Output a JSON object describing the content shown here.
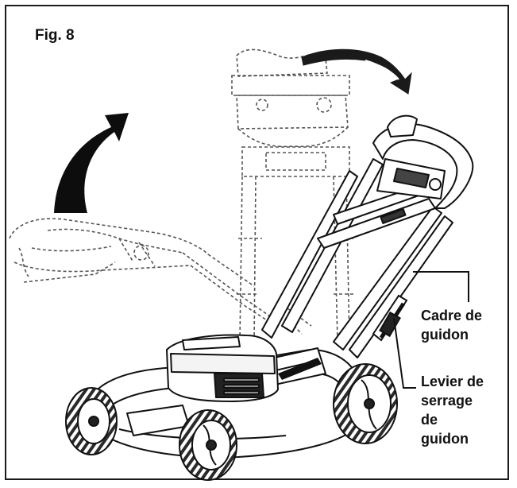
{
  "figure": {
    "label": "Fig. 8"
  },
  "callouts": {
    "handle_frame": {
      "line1": "Cadre de",
      "line2": "guidon"
    },
    "clamp_lever": {
      "line1": "Levier de",
      "line2": "serrage",
      "line3": "de",
      "line4": "guidon"
    }
  },
  "colors": {
    "ink": "#111111",
    "background": "#ffffff"
  }
}
